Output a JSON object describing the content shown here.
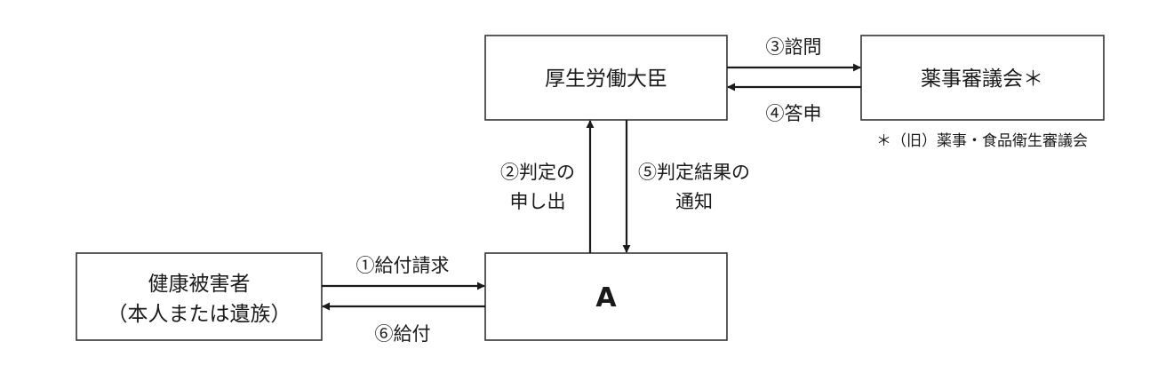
{
  "nodes": {
    "minister": "厚生労働大臣",
    "council": "薬事審議会＊",
    "victim_line1": "健康被害者",
    "victim_line2": "（本人または遺族）",
    "a": "A"
  },
  "note": "＊（旧）薬事・食品衛生審議会",
  "edges": {
    "inquiry": "③諮問",
    "report": "④答申",
    "request_line1": "②判定の",
    "request_line2": "申し出",
    "notify_line1": "⑤判定結果の",
    "notify_line2": "通知",
    "claim": "①給付請求",
    "payment": "⑥給付"
  }
}
